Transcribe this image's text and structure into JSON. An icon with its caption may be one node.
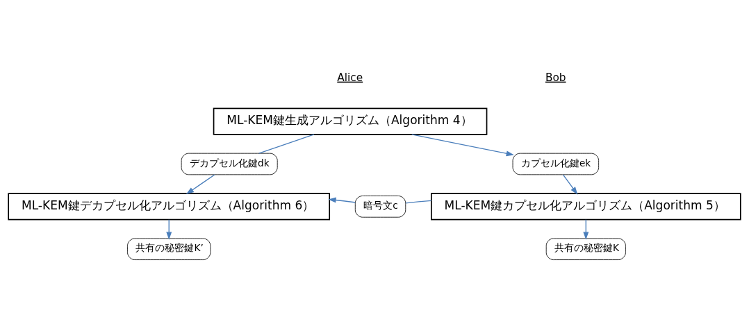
{
  "diagram": {
    "nodes": [
      {
        "text": [
          "ML-KEM鍵生成アルゴリズム（Algorithm 4）"
        ]
      },
      {
        "text": [
          "デカプセル化鍵dk"
        ]
      },
      {
        "text": [
          "カプセル化鍵ek"
        ]
      },
      {
        "text": [
          "ML-KEM鍵デカプセル化アルゴリズム（Algorithm 6）"
        ]
      },
      {
        "text": [
          "暗号文c"
        ]
      },
      {
        "text": [
          "ML-KEM鍵カプセル化アルゴリズム（Algorithm 5）"
        ]
      },
      {
        "text": [
          "共有の秘密鍵K’"
        ]
      },
      {
        "text": [
          "共有の秘密鍵K"
        ]
      }
    ],
    "edges": [
      {
        "from": 0,
        "to": 1,
        "arrow": "none"
      },
      {
        "from": 0,
        "to": 2,
        "arrow": "to"
      },
      {
        "from": 1,
        "to": 3,
        "arrow": "to"
      },
      {
        "from": 2,
        "to": 5,
        "arrow": "to"
      },
      {
        "from": 5,
        "to": 4,
        "arrow": "none"
      },
      {
        "from": 4,
        "to": 3,
        "arrow": "to"
      },
      {
        "from": 3,
        "to": 6,
        "arrow": "to"
      },
      {
        "from": 5,
        "to": 7,
        "arrow": "to"
      }
    ],
    "labels": [
      "Alice",
      "Bob"
    ]
  }
}
